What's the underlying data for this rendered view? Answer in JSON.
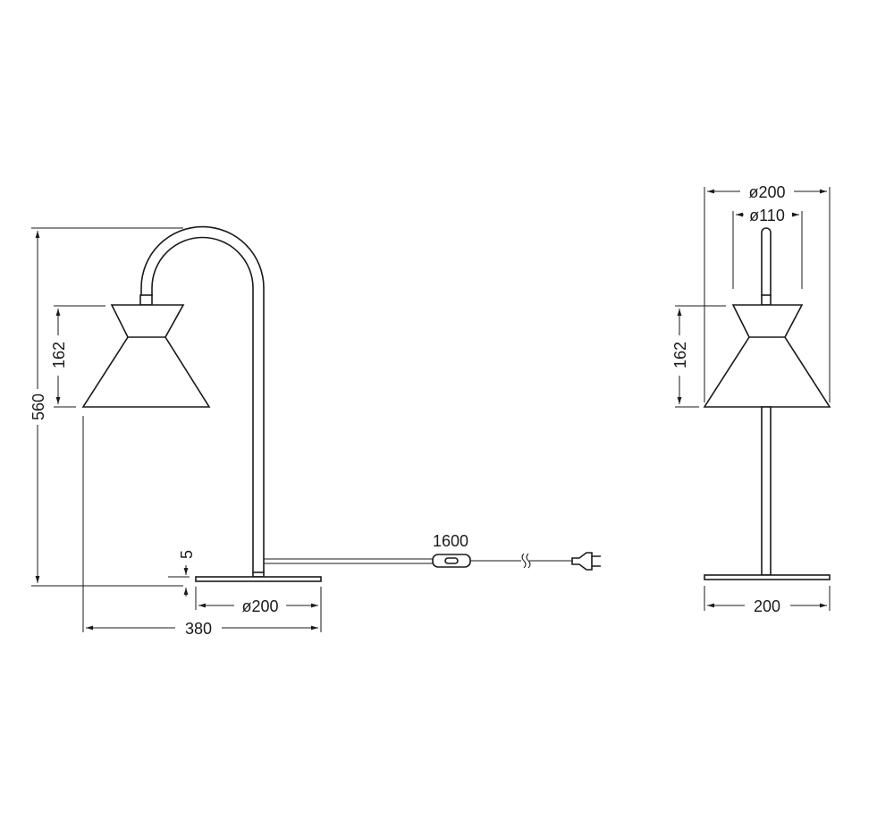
{
  "side_view": {
    "height_total": "560",
    "shade_height": "162",
    "base_thickness": "5",
    "base_diameter": "ø200",
    "total_depth": "380",
    "cable_length": "1600"
  },
  "front_view": {
    "shade_diameter": "ø200",
    "shade_top_diameter": "ø110",
    "shade_height": "162",
    "base_width": "200"
  },
  "colors": {
    "line": "#1a1a1a",
    "background": "#ffffff"
  }
}
